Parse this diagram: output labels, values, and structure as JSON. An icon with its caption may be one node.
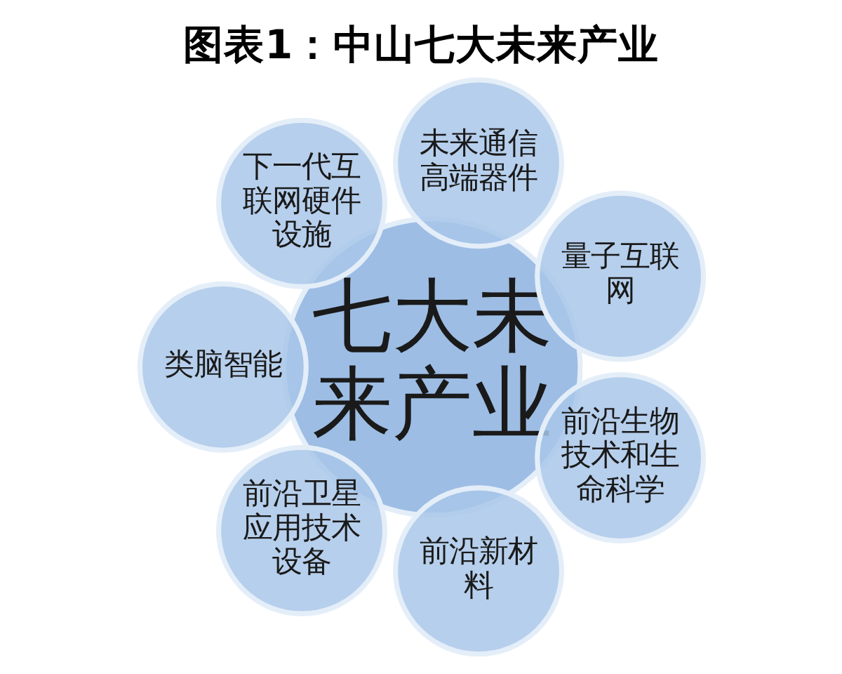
{
  "diagram": {
    "title": "图表1：中山七大未来产业",
    "nodes": [
      {
        "text": [
          "七大未来产业"
        ]
      },
      {
        "text": [
          "未来通信高端器件"
        ]
      },
      {
        "text": [
          "量子互联网"
        ]
      },
      {
        "text": [
          "前沿生物技术和生命科学"
        ]
      },
      {
        "text": [
          "前沿新材料"
        ]
      },
      {
        "text": [
          "前沿卫星应用技术设备"
        ]
      },
      {
        "text": [
          "类脑智能"
        ]
      },
      {
        "text": [
          "下一代互联网硬件设施"
        ]
      }
    ]
  }
}
